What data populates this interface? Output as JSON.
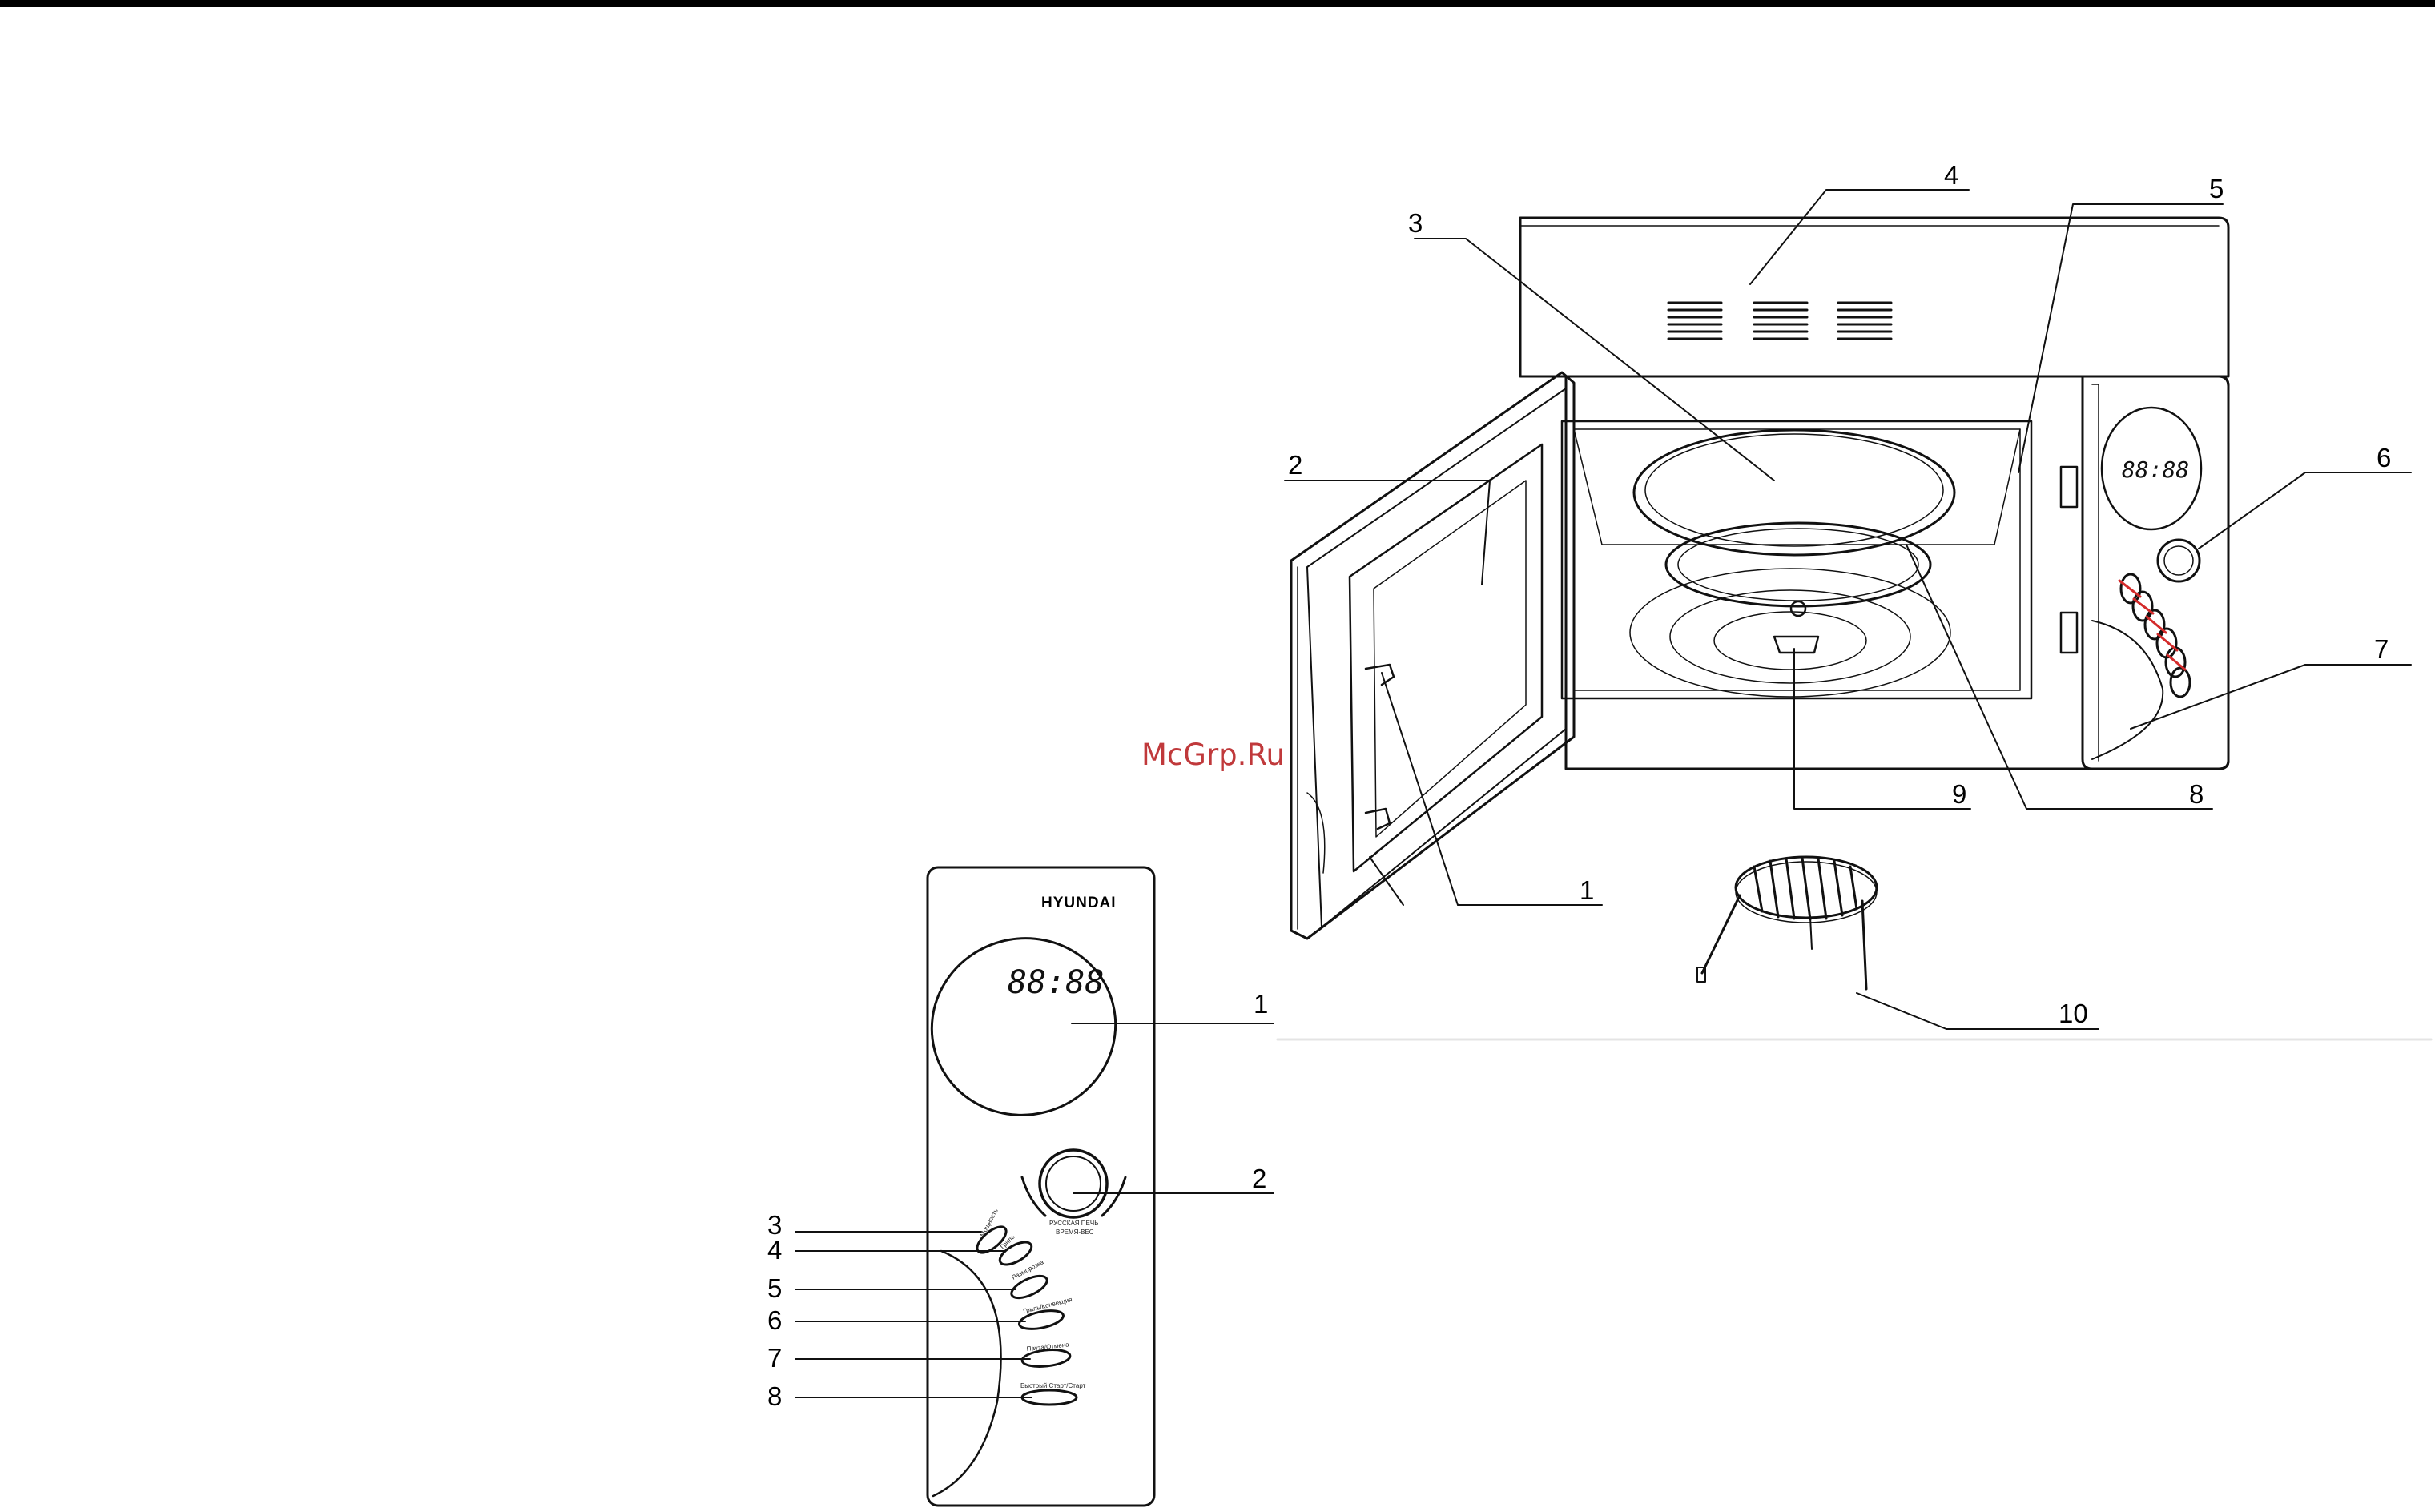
{
  "watermark": "McGrp.Ru",
  "microwave": {
    "display": "88:88",
    "callouts": [
      "1",
      "2",
      "3",
      "4",
      "5",
      "6",
      "7",
      "8",
      "9",
      "10"
    ]
  },
  "panel": {
    "brand": "HYUNDAI",
    "display": "88:88",
    "knob_label_1": "РУССКАЯ ПЕЧЬ",
    "knob_label_2": "ВРЕМЯ-ВЕС",
    "buttons": [
      "Мощность",
      "Гриль",
      "Разморозка",
      "Гриль/Конвекция",
      "Пауза/Отмена",
      "Быстрый Старт/Старт"
    ],
    "callouts": [
      "1",
      "2",
      "3",
      "4",
      "5",
      "6",
      "7",
      "8"
    ]
  }
}
